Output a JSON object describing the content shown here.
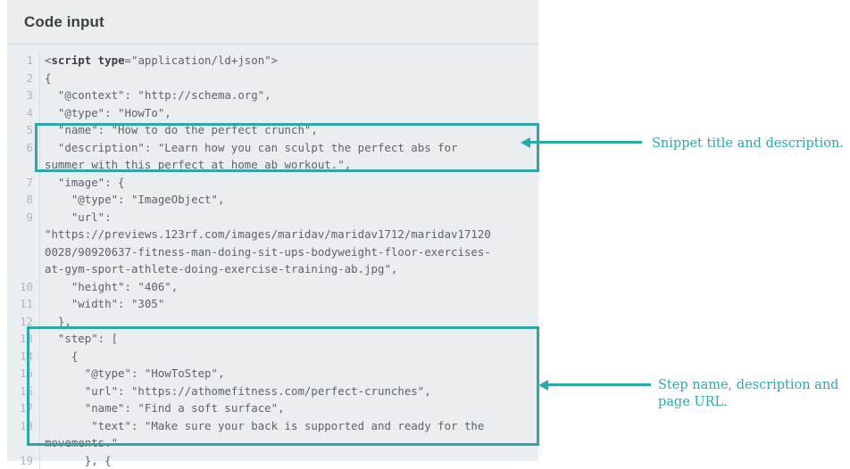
{
  "panel": {
    "title": "Code input",
    "accent_color": "#2aa9ad",
    "background_color": "#eaeef0",
    "code_text_color": "#5f6368",
    "line_number_color": "#b0b7bd"
  },
  "code": {
    "language": "html-jsonld",
    "lines": [
      {
        "number": "1",
        "segments": [
          {
            "t": "<",
            "k": false
          },
          {
            "t": "script type",
            "k": true
          },
          {
            "t": "=\"application/ld+json\">",
            "k": false
          }
        ]
      },
      {
        "number": "2",
        "segments": [
          {
            "t": "{",
            "k": false
          }
        ]
      },
      {
        "number": "3",
        "segments": [
          {
            "t": "  \"@context\": \"http://schema.org\",",
            "k": false
          }
        ]
      },
      {
        "number": "4",
        "segments": [
          {
            "t": "  \"@type\": \"HowTo\",",
            "k": false
          }
        ]
      },
      {
        "number": "5",
        "segments": [
          {
            "t": "  \"name\": \"How to do the perfect crunch\",",
            "k": false
          }
        ]
      },
      {
        "number": "6",
        "segments": [
          {
            "t": "  \"description\": \"Learn how you can sculpt the perfect abs for",
            "k": false
          }
        ]
      },
      {
        "number": "",
        "segments": [
          {
            "t": "summer with this perfect at home ab workout.\",",
            "k": false
          }
        ]
      },
      {
        "number": "7",
        "segments": [
          {
            "t": "  \"image\": {",
            "k": false
          }
        ]
      },
      {
        "number": "8",
        "segments": [
          {
            "t": "    \"@type\": \"ImageObject\",",
            "k": false
          }
        ]
      },
      {
        "number": "9",
        "segments": [
          {
            "t": "    \"url\":",
            "k": false
          }
        ]
      },
      {
        "number": "",
        "segments": [
          {
            "t": "\"https://previews.123rf.com/images/maridav/maridav1712/maridav17120",
            "k": false
          }
        ]
      },
      {
        "number": "",
        "segments": [
          {
            "t": "0028/90920637-fitness-man-doing-sit-ups-bodyweight-floor-exercises-",
            "k": false
          }
        ]
      },
      {
        "number": "",
        "segments": [
          {
            "t": "at-gym-sport-athlete-doing-exercise-training-ab.jpg\",",
            "k": false
          }
        ]
      },
      {
        "number": "10",
        "segments": [
          {
            "t": "    \"height\": \"406\",",
            "k": false
          }
        ]
      },
      {
        "number": "11",
        "segments": [
          {
            "t": "    \"width\": \"305\"",
            "k": false
          }
        ]
      },
      {
        "number": "12",
        "segments": [
          {
            "t": "  },",
            "k": false
          }
        ]
      },
      {
        "number": "13",
        "segments": [
          {
            "t": "  \"step\": [",
            "k": false
          }
        ]
      },
      {
        "number": "14",
        "segments": [
          {
            "t": "    {",
            "k": false
          }
        ]
      },
      {
        "number": "15",
        "segments": [
          {
            "t": "      \"@type\": \"HowToStep\",",
            "k": false
          }
        ]
      },
      {
        "number": "16",
        "segments": [
          {
            "t": "      \"url\": \"https://athomefitness.com/perfect-crunches\",",
            "k": false
          }
        ]
      },
      {
        "number": "17",
        "segments": [
          {
            "t": "      \"name\": \"Find a soft surface\",",
            "k": false
          }
        ]
      },
      {
        "number": "18",
        "segments": [
          {
            "t": "       \"text\": \"Make sure your back is supported and ready for the",
            "k": false
          }
        ]
      },
      {
        "number": "",
        "segments": [
          {
            "t": "movements.\"",
            "k": false
          }
        ]
      },
      {
        "number": "19",
        "segments": [
          {
            "t": "      }, {",
            "k": false
          }
        ]
      }
    ]
  },
  "annotations": [
    {
      "id": "snippet-title-description",
      "text": "Snippet title and description."
    },
    {
      "id": "step-name-description-url",
      "text": "Step name, description and page URL."
    }
  ]
}
